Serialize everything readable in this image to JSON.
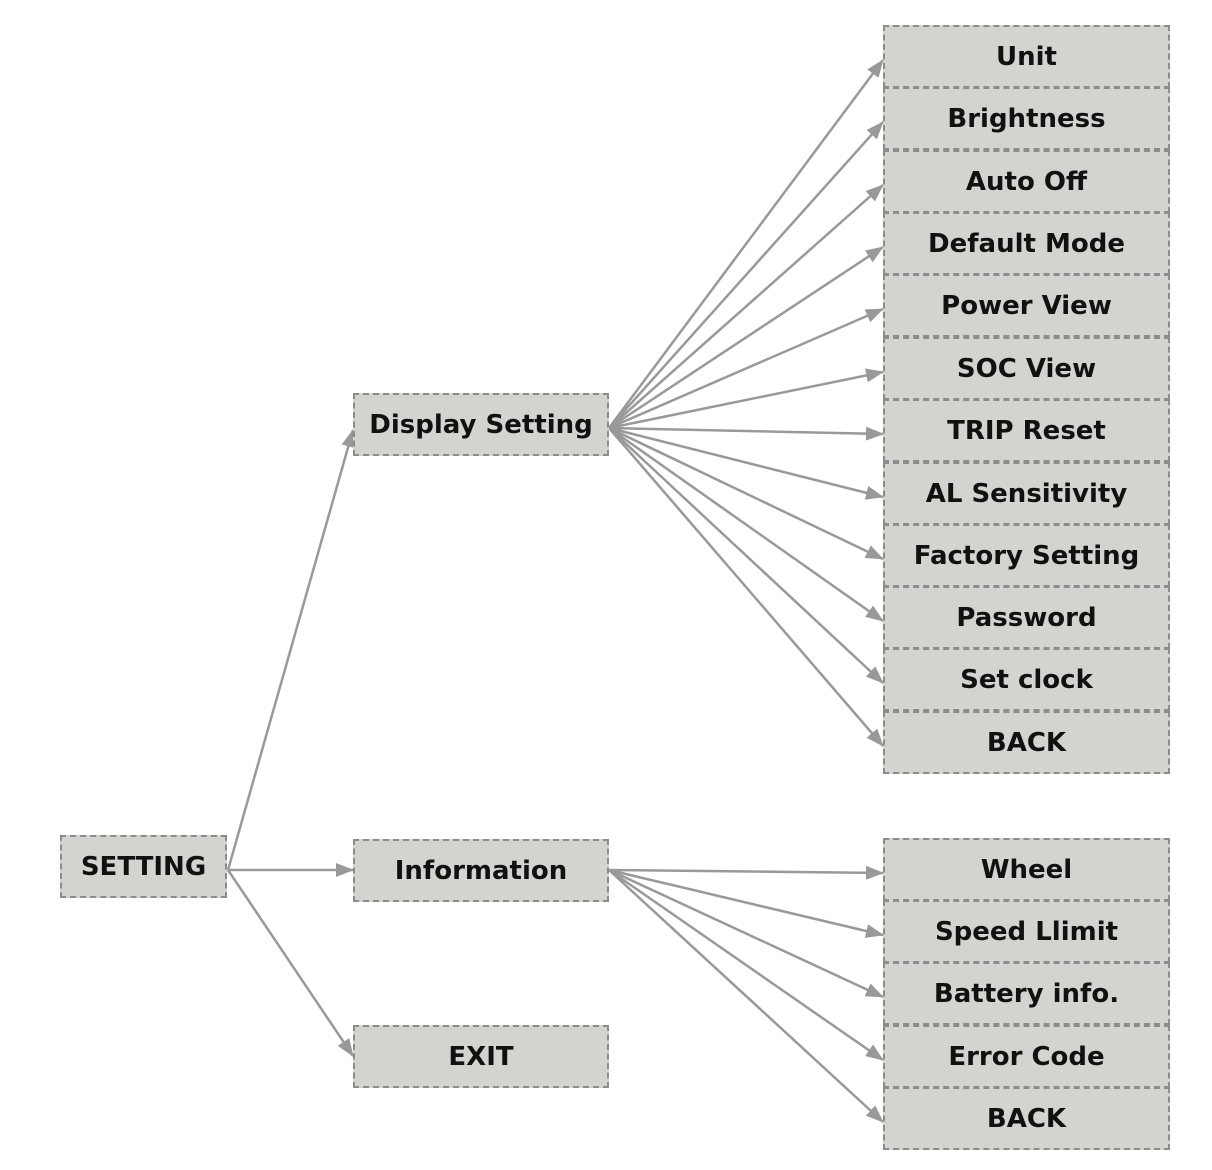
{
  "colors": {
    "box_fill": "#d3d3cf",
    "box_border": "#8c8c8c",
    "arrow": "#999999",
    "text": "#111111"
  },
  "root": {
    "label": "SETTING"
  },
  "level1": [
    {
      "id": "display",
      "label": "Display Setting"
    },
    {
      "id": "info",
      "label": "Information"
    },
    {
      "id": "exit",
      "label": "EXIT"
    }
  ],
  "display_items": [
    "Unit",
    "Brightness",
    "Auto Off",
    "Default Mode",
    "Power View",
    "SOC View",
    "TRIP Reset",
    "AL Sensitivity",
    "Factory Setting",
    "Password",
    "Set clock",
    "BACK"
  ],
  "info_items": [
    "Wheel",
    "Speed Llimit",
    "Battery info.",
    "Error Code",
    "BACK"
  ]
}
